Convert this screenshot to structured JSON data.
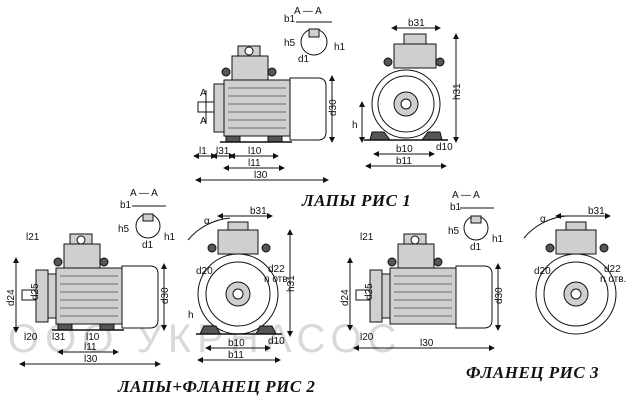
{
  "watermark": "ООО УКРНАСОС",
  "captions": {
    "fig1": "ЛАПЫ РИС 1",
    "fig2": "ЛАПЫ+ФЛАНЕЦ РИС 2",
    "fig3": "ФЛАНЕЦ РИС 3"
  },
  "section_label": "A — A",
  "arrow_marker": "A",
  "dimension_labels": {
    "b1": "b1",
    "h5": "h5",
    "h1": "h1",
    "d1": "d1",
    "b31": "b31",
    "h31": "h31",
    "d30": "d30",
    "h": "h",
    "d10": "d10",
    "b10": "b10",
    "b11": "b11",
    "l1": "l1",
    "l31": "l31",
    "l10": "l10",
    "l11": "l11",
    "l30": "l30",
    "l21": "l21",
    "l20": "l20",
    "d24": "d24",
    "d25": "d25",
    "d20": "d20",
    "d22": "d22",
    "n_otv": "n отв.",
    "alpha": "α"
  }
}
